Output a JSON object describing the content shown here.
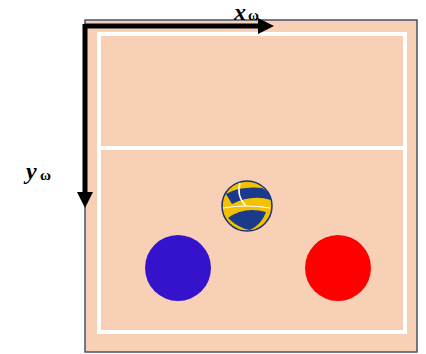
{
  "diagram": {
    "labels": [
      "x",
      "ω",
      "y",
      "ω"
    ]
  }
}
